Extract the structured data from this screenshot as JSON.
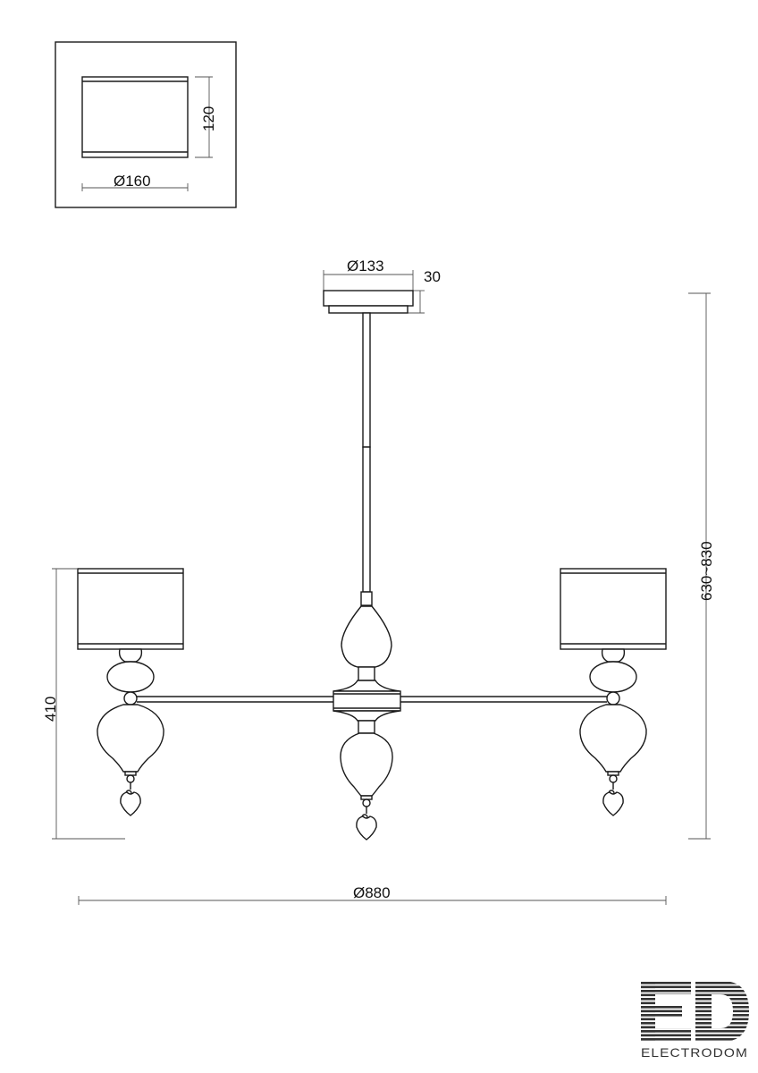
{
  "inset": {
    "height_label": "120",
    "diameter_label": "Ø160"
  },
  "canopy": {
    "diameter_label": "Ø133",
    "height_label": "30"
  },
  "dimensions": {
    "total_height_label": "630~830",
    "body_height_label": "410",
    "width_label": "Ø880"
  },
  "logo": {
    "mark": "ED",
    "name": "ELECTRODOM",
    "color": "#333333"
  }
}
